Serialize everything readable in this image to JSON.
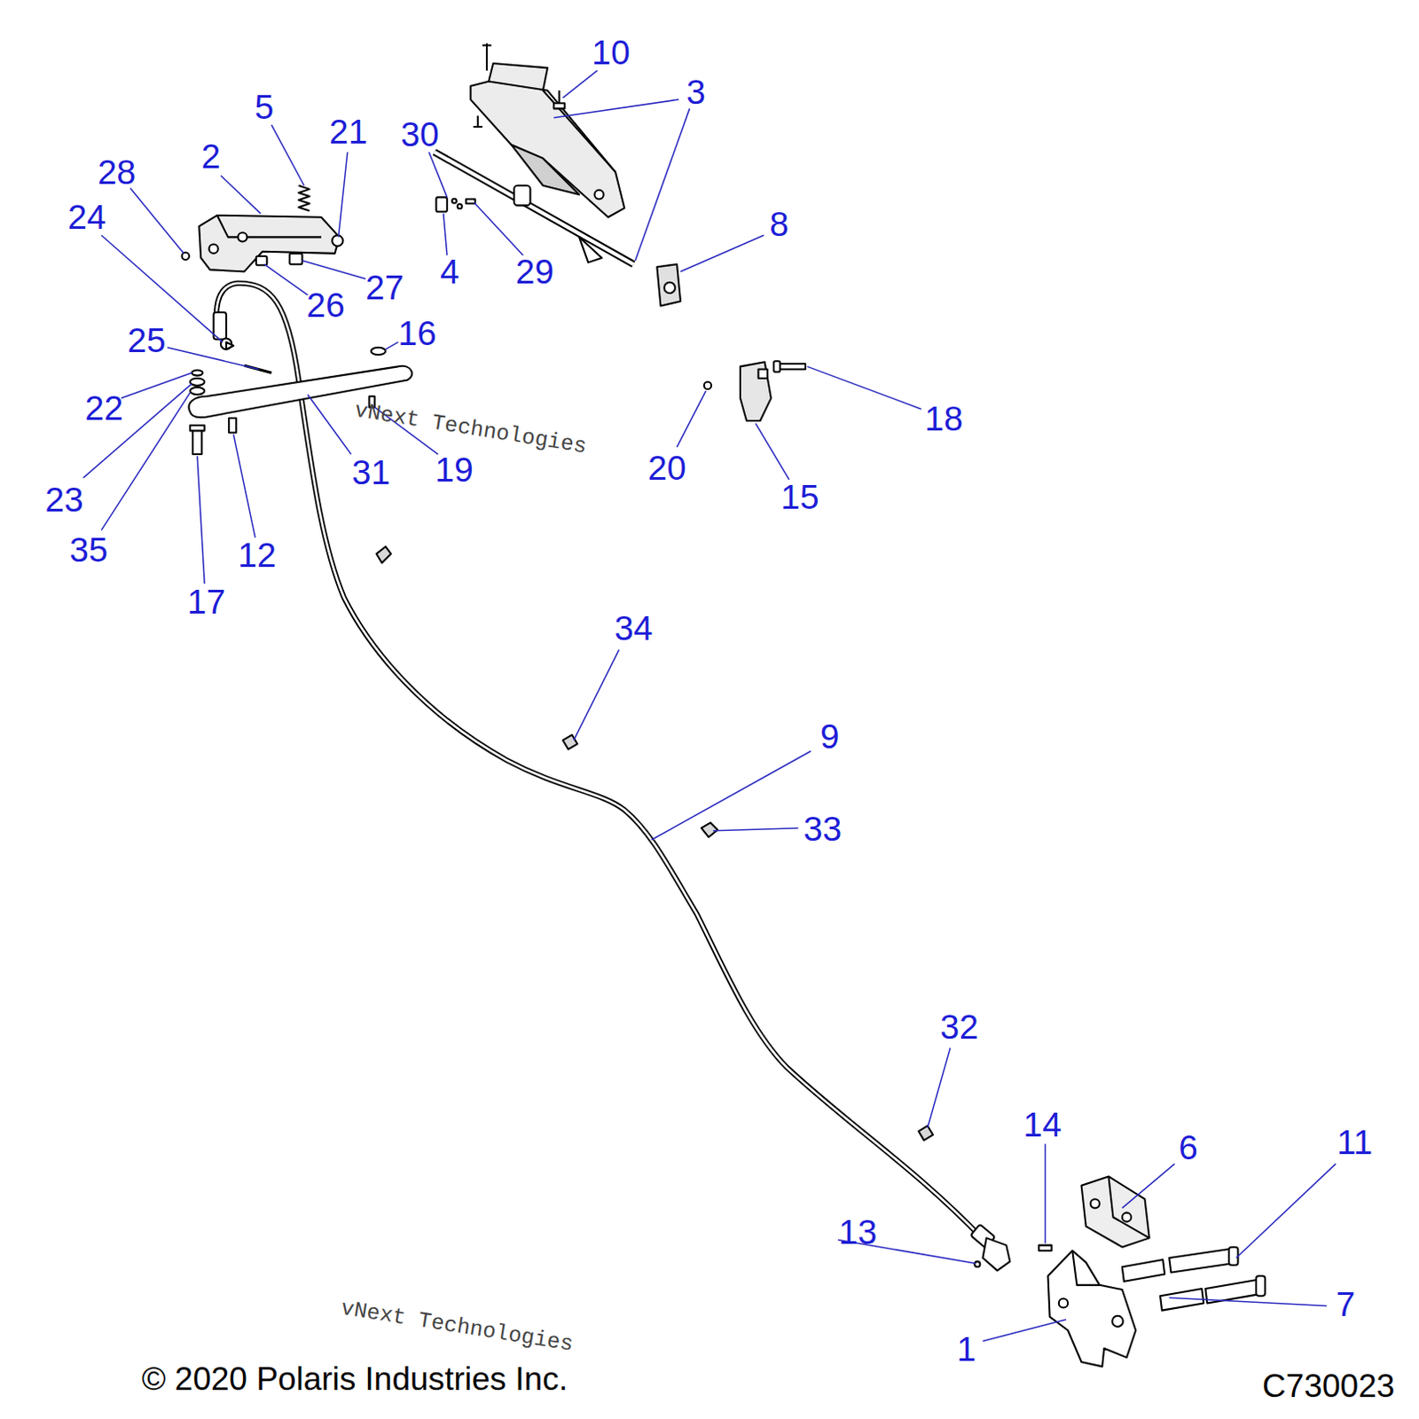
{
  "diagram": {
    "labels": [
      "10",
      "3",
      "5",
      "21",
      "30",
      "2",
      "28",
      "24",
      "8",
      "4",
      "29",
      "27",
      "26",
      "16",
      "25",
      "22",
      "18",
      "19",
      "20",
      "31",
      "15",
      "23",
      "35",
      "12",
      "17",
      "34",
      "9",
      "33",
      "32",
      "14",
      "11",
      "6",
      "13",
      "7",
      "1",
      "© 2020 Polaris Industries Inc.",
      "C730023",
      "vNext Technologies",
      "vNext Technologies"
    ]
  }
}
